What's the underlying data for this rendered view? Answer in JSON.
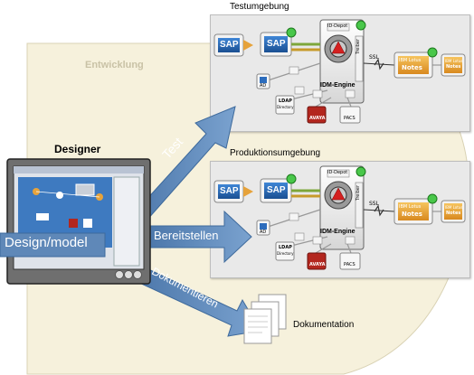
{
  "region": {
    "label": "Entwicklung"
  },
  "designer": {
    "label": "Designer",
    "overlay": "Design/model"
  },
  "environments": [
    {
      "id": "test",
      "title": "Testumgebung"
    },
    {
      "id": "prod",
      "title": "Produktionsumgebung"
    }
  ],
  "engine": {
    "label": "IDM-Engine",
    "vault": "ID-Depot",
    "driver": "Treiber",
    "ssl": "SSL",
    "sap": "SAP",
    "ad": "AD",
    "ldap": "LDAP",
    "ldap_sub": "Directory",
    "avaya": "AVAYA",
    "pacs": "PACS",
    "lotus_line1": "IBM Lotus",
    "lotus_line2": "Notes"
  },
  "arrows": {
    "test": "Test",
    "deploy": "Bereitstellen",
    "document": "Dokumentieren"
  },
  "documentation": {
    "label": "Dokumentation"
  },
  "colors": {
    "region": "#f6f1dc",
    "panel": "#e9e9e9",
    "arrow": "#5f88b8",
    "sap": "#1f5fa8",
    "lotus": "#e9a53a",
    "avaya": "#b3261e"
  }
}
